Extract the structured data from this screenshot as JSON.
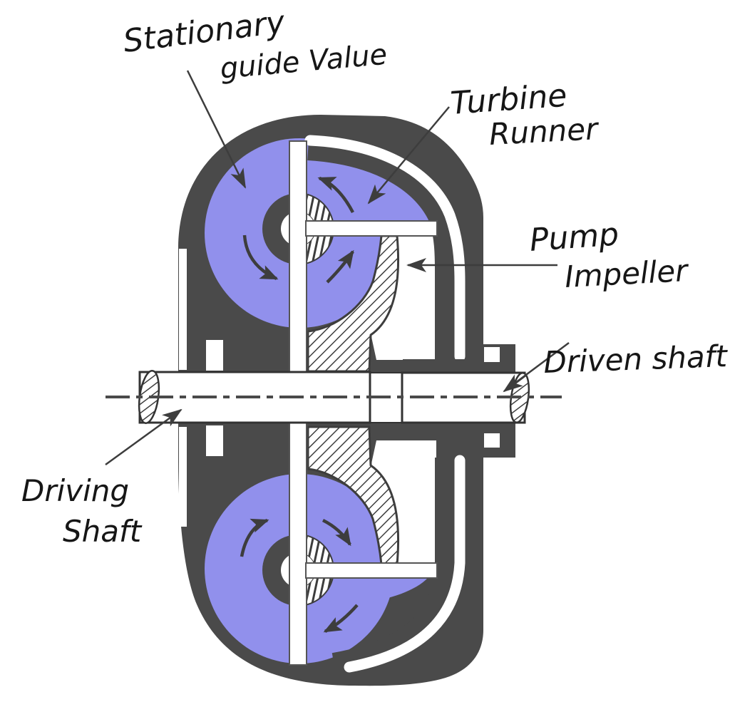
{
  "colors": {
    "casing": "#4a4a4a",
    "fluid": "#9190ec",
    "line": "#3d3d3d",
    "background": "#ffffff"
  },
  "labels": {
    "stationary_guide": {
      "line1": "Stationary",
      "line2": "guide Value"
    },
    "turbine_runner": {
      "line1": "Turbine",
      "line2": "Runner"
    },
    "pump_impeller": {
      "line1": "Pump",
      "line2": "Impeller"
    },
    "driven_shaft": {
      "text": "Driven shaft"
    },
    "driving_shaft": {
      "line1": "Driving",
      "line2": "Shaft"
    }
  }
}
